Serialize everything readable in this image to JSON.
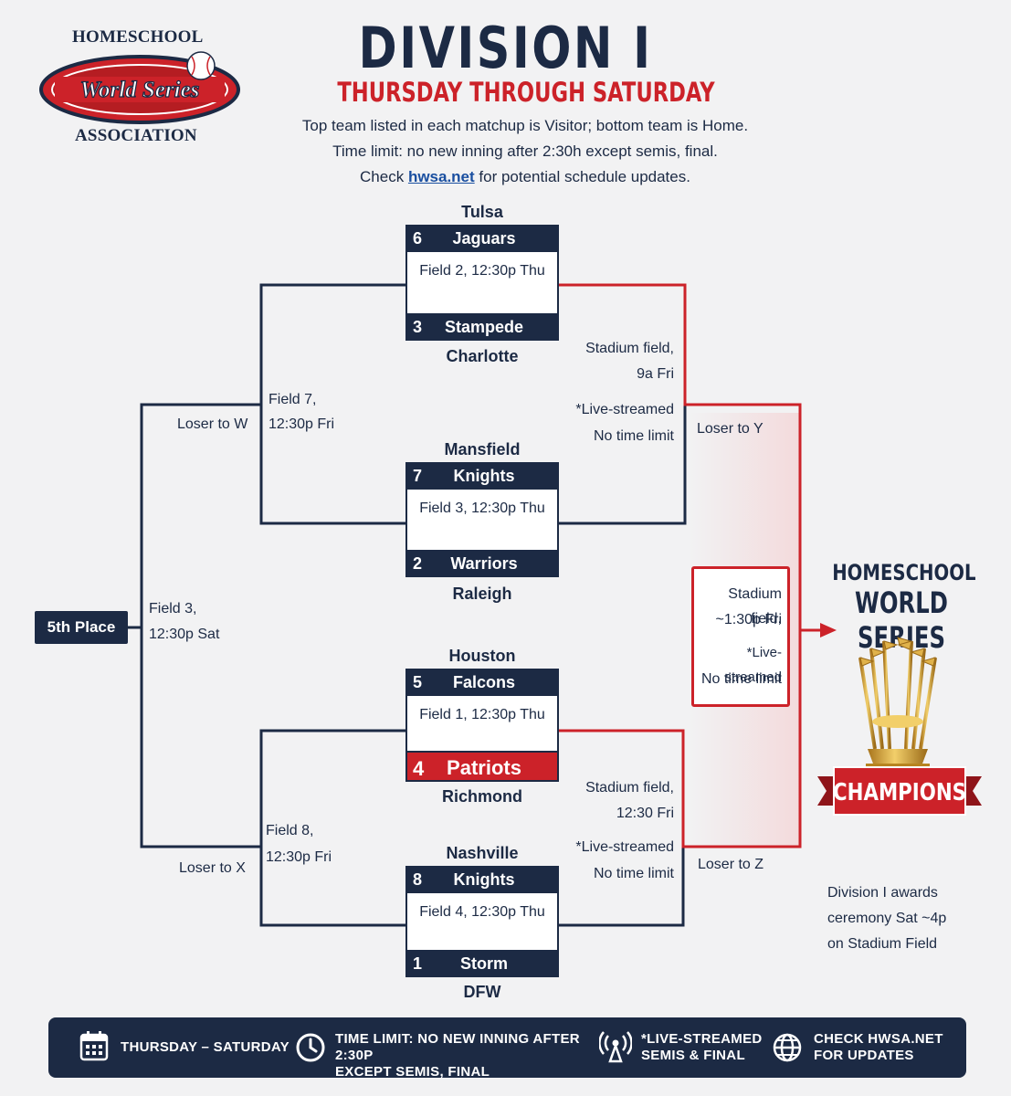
{
  "logo": {
    "top_text": "HOMESCHOOL",
    "banner_text": "World Series",
    "bottom_text": "ASSOCIATION"
  },
  "header": {
    "title": "DIVISION I",
    "subtitle": "THURSDAY THROUGH SATURDAY",
    "line1": "Top team listed in each matchup is Visitor; bottom team is Home.",
    "line2": "Time limit: no new inning after 2:30h except semis, final.",
    "line3_pre": "Check ",
    "line3_link": "hwsa.net",
    "line3_post": " for potential schedule updates."
  },
  "matches": [
    {
      "top_city": "Tulsa",
      "top_seed": "6",
      "top_team": "Jaguars",
      "field": "Field 2, 12:30p Thu",
      "bot_seed": "3",
      "bot_team": "Stampede",
      "bot_city": "Charlotte"
    },
    {
      "top_city": "Mansfield",
      "top_seed": "7",
      "top_team": "Knights",
      "field": "Field 3, 12:30p Thu",
      "bot_seed": "2",
      "bot_team": "Warriors",
      "bot_city": "Raleigh"
    },
    {
      "top_city": "Houston",
      "top_seed": "5",
      "top_team": "Falcons",
      "field": "Field 1, 12:30p Thu",
      "bot_seed": "4",
      "bot_team": "Patriots",
      "bot_city": "Richmond"
    },
    {
      "top_city": "Nashville",
      "top_seed": "8",
      "top_team": "Knights",
      "field": "Field 4, 12:30p Thu",
      "bot_seed": "1",
      "bot_team": "Storm",
      "bot_city": "DFW"
    }
  ],
  "consolation": {
    "loser_w": "Loser to W",
    "loser_x": "Loser to X",
    "field7_a": "Field 7,",
    "field7_b": "12:30p Fri",
    "field8_a": "Field 8,",
    "field8_b": "12:30p Fri",
    "field3_a": "Field 3,",
    "field3_b": "12:30p Sat",
    "fifth_place": "5th Place"
  },
  "semis": {
    "top": {
      "a": "Stadium field,",
      "b": "9a Fri",
      "c": "*Live-streamed",
      "d": "No time limit"
    },
    "bottom": {
      "a": "Stadium field,",
      "b": "12:30 Fri",
      "c": "*Live-streamed",
      "d": "No time limit"
    },
    "loser_y": "Loser to Y",
    "loser_z": "Loser to Z"
  },
  "final": {
    "a": "Stadium field,",
    "b": "~1:30p Fri",
    "c": "*Live-streamed",
    "d": "No time limit"
  },
  "champions": {
    "title1": "HOMESCHOOL",
    "title2": "WORLD SERIES",
    "banner": "CHAMPIONS"
  },
  "awards": {
    "line1": "Division I awards",
    "line2": "ceremony Sat ~4p",
    "line3": "on Stadium Field"
  },
  "footer": {
    "item1": "THURSDAY – SATURDAY",
    "item2_a": "TIME LIMIT: NO NEW INNING AFTER 2:30P",
    "item2_b": "EXCEPT SEMIS, FINAL",
    "item3_a": "*LIVE-STREAMED",
    "item3_b": "SEMIS & FINAL",
    "item4_a": "CHECK HWSA.NET",
    "item4_b": "FOR UPDATES"
  },
  "colors": {
    "navy": "#1c2a44",
    "red": "#cc2229",
    "link": "#1a4fa0",
    "gold": "#d9a93b"
  },
  "icons": [
    "calendar-icon",
    "clock-icon",
    "broadcast-icon",
    "globe-icon",
    "trophy-icon",
    "baseball-icon",
    "arrow-right-icon"
  ]
}
